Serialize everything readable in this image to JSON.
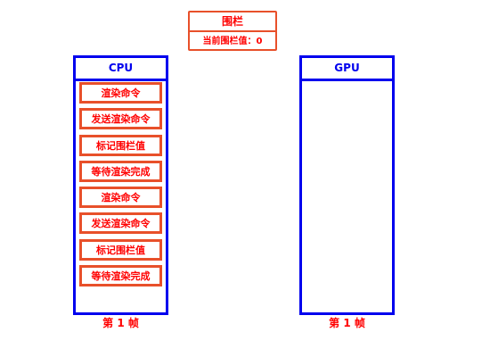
{
  "fence": {
    "title": "围栏",
    "value_text": "当前围栏值：0"
  },
  "cpu": {
    "header": "CPU",
    "commands": [
      "渲染命令",
      "发送渲染命令",
      "标记围栏值",
      "等待渲染完成",
      "渲染命令",
      "发送渲染命令",
      "标记围栏值",
      "等待渲染完成"
    ],
    "frame_label": "第 1 帧"
  },
  "gpu": {
    "header": "GPU",
    "frame_label": "第 1 帧"
  },
  "colors": {
    "timeline_border": "#0000ee",
    "command_border": "#e8502a",
    "text_red": "#ff0000"
  }
}
